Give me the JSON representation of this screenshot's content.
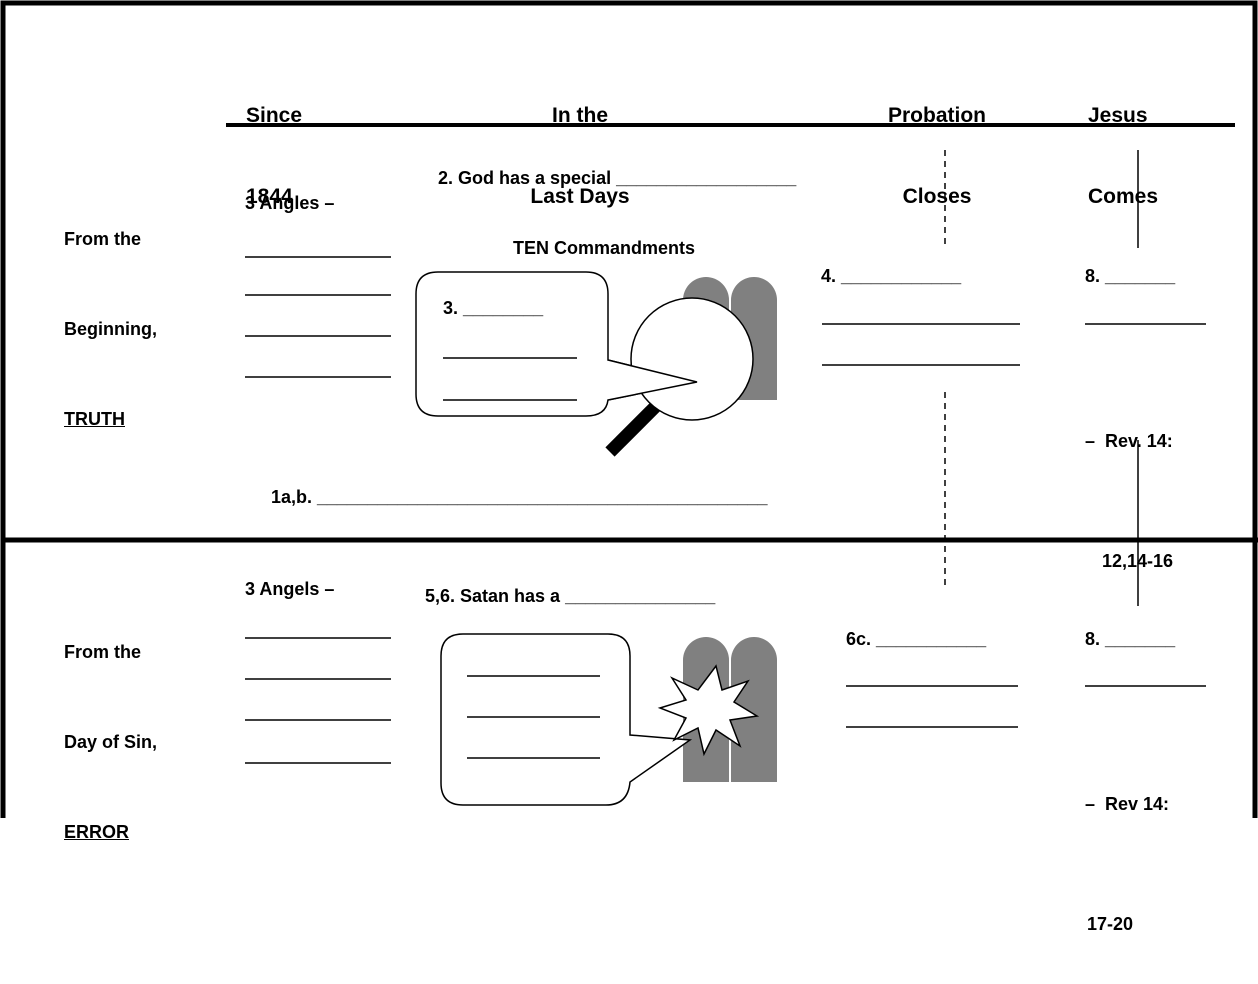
{
  "header": {
    "since": [
      "Since",
      "1844"
    ],
    "last_days": [
      "In the",
      "Last Days"
    ],
    "probation": [
      "Probation",
      "Closes"
    ],
    "jesus": [
      "Jesus",
      "Comes"
    ]
  },
  "truth_row": {
    "label": [
      "From the",
      "Beginning,",
      "TRUTH"
    ],
    "angels_label": "3 Angles –",
    "god_special": "2. God has a special __________________",
    "ten_commandments": "TEN Commandments",
    "item3": "3. ________",
    "item4": "4. ____________",
    "item8": "8. _______",
    "rev_ref": [
      "–  Rev. 14:",
      "12,14-16"
    ],
    "item1ab": "1a,b. _____________________________________________"
  },
  "error_row": {
    "label": [
      "From the",
      "Day of Sin,",
      "ERROR"
    ],
    "angels_label": "3 Angels –",
    "satan_has": "5,6. Satan has a _______________",
    "item6c": "6c. ___________",
    "item8": "8. _______",
    "rev_ref": [
      "–  Rev 14:",
      "17-20"
    ]
  },
  "colors": {
    "tablet_gray": "#808080",
    "border": "#000000"
  }
}
